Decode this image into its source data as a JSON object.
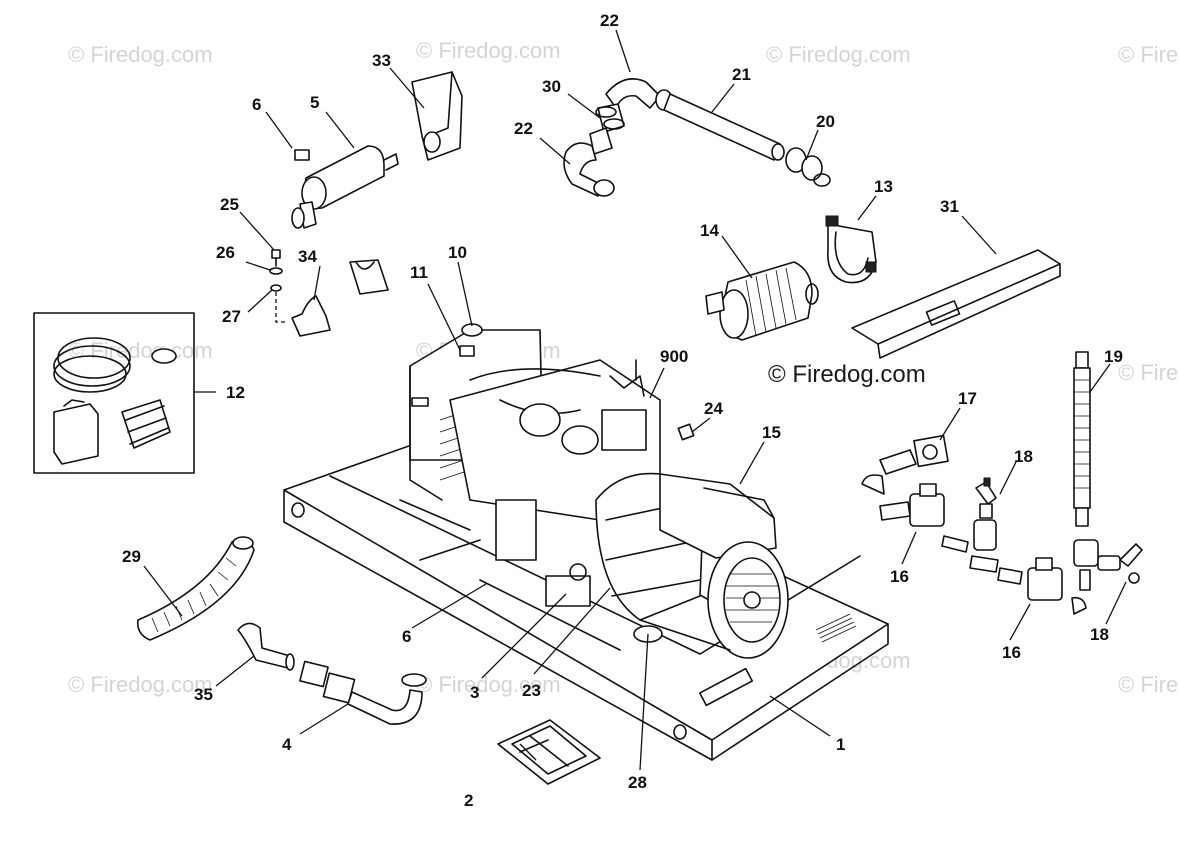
{
  "watermark": {
    "text": "© Firedog.com",
    "tiles": [
      "© Firedog.com",
      "© Firedog.com",
      "© Firedog.com",
      "© Fire",
      "© Firedog.com",
      "© Firedog.com",
      "© Fire",
      "© Firedog.com",
      "© Firedog.com",
      "© Firedog.com",
      "© Fire"
    ],
    "center_text": "© Firedog.com"
  },
  "callouts": [
    "22",
    "33",
    "21",
    "30",
    "6",
    "5",
    "22",
    "20",
    "13",
    "31",
    "14",
    "25",
    "26",
    "34",
    "10",
    "11",
    "27",
    "12",
    "900",
    "19",
    "17",
    "24",
    "15",
    "18",
    "29",
    "16",
    "16",
    "18",
    "6",
    "35",
    "3",
    "23",
    "4",
    "1",
    "28",
    "2"
  ],
  "colors": {
    "line": "#111111",
    "watermark": "#d4d4d4",
    "background": "#ffffff"
  }
}
